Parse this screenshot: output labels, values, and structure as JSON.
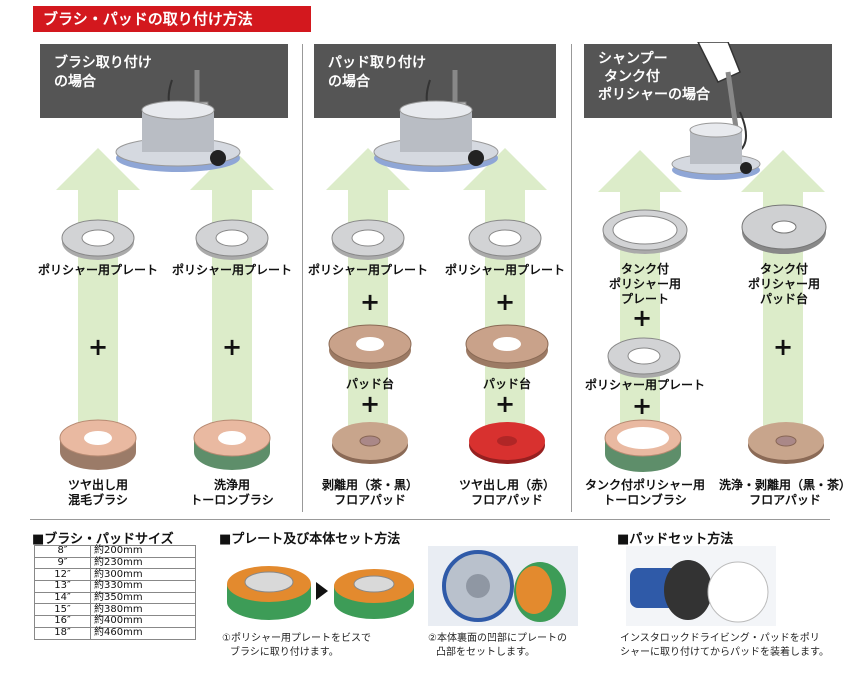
{
  "title": "ブラシ・パッドの取り付け方法",
  "columns": [
    {
      "header": [
        "ブラシ取り付け",
        "の場合"
      ]
    },
    {
      "header": [
        "パッド取り付け",
        "の場合"
      ]
    },
    {
      "header": [
        "シャンプー",
        "タンク付",
        "ポリシャーの場合"
      ]
    }
  ],
  "labels": {
    "plate": "ポリシャー用プレート",
    "pad_base": "パッド台",
    "tsuya_brush": [
      "ツヤ出し用",
      "混毛ブラシ"
    ],
    "senjo_brush": [
      "洗浄用",
      "トーロンブラシ"
    ],
    "hakuri_pad": [
      "剥離用（茶・黒）",
      "フロアパッド"
    ],
    "tsuya_pad": [
      "ツヤ出し用（赤）",
      "フロアパッド"
    ],
    "tank_plate": [
      "タンク付",
      "ポリシャー用",
      "プレート"
    ],
    "tank_pad_base": [
      "タンク付",
      "ポリシャー用",
      "パッド台"
    ],
    "tank_brush": [
      "タンク付ポリシャー用",
      "トーロンブラシ"
    ],
    "senjo_hakuri_pad": [
      "洗浄・剥離用（黒・茶）",
      "フロアパッド"
    ],
    "plus": "+"
  },
  "sections": {
    "sizes_title": "■ブラシ・パッドサイズ",
    "plate_title": "■プレート及び本体セット方法",
    "pad_title": "■パッドセット方法"
  },
  "sizes": [
    {
      "size": "8″",
      "mm": "約200mm"
    },
    {
      "size": "9″",
      "mm": "約230mm"
    },
    {
      "size": "12″",
      "mm": "約300mm"
    },
    {
      "size": "13″",
      "mm": "約330mm"
    },
    {
      "size": "14″",
      "mm": "約350mm"
    },
    {
      "size": "15″",
      "mm": "約380mm"
    },
    {
      "size": "16″",
      "mm": "約400mm"
    },
    {
      "size": "18″",
      "mm": "約460mm"
    }
  ],
  "captions": {
    "step1": [
      "①ポリシャー用プレートをビスで",
      "ブラシに取り付けます。"
    ],
    "step2": [
      "②本体裏面の凹部にプレートの",
      "凸部をセットします。"
    ],
    "pad": [
      "インスタロックドライビング・パッドをポリ",
      "シャーに取り付けてからパッドを装着します。"
    ]
  },
  "colors": {
    "title_red": "#d3181e",
    "header_gray": "#555555",
    "arrow_green": "#dcecc9",
    "brush_tan": "#e9b9a1",
    "red_pad": "#d8312f",
    "brown_pad": "#c8a58c"
  }
}
